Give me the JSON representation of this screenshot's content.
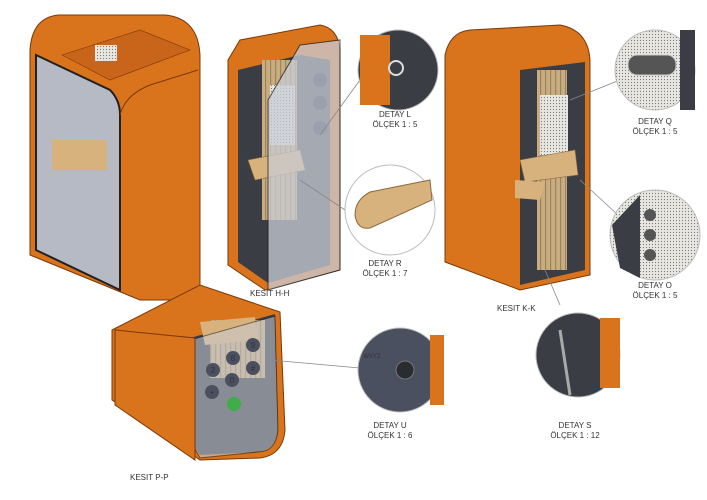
{
  "sections": [
    {
      "id": "hh",
      "title": "KESIT H-H"
    },
    {
      "id": "kk",
      "title": "KESIT K-K"
    },
    {
      "id": "pp",
      "title": "KESIT P-P"
    }
  ],
  "details": [
    {
      "id": "l",
      "title": "DETAY L",
      "scale": "ÖLÇEK 1 : 5"
    },
    {
      "id": "r",
      "title": "DETAY R",
      "scale": "ÖLÇEK 1 : 7"
    },
    {
      "id": "q",
      "title": "DETAY Q",
      "scale": "ÖLÇEK 1 : 5"
    },
    {
      "id": "o",
      "title": "DETAY O",
      "scale": "ÖLÇEK 1 : 5"
    },
    {
      "id": "s",
      "title": "DETAY S",
      "scale": "ÖLÇEK 1 : 12"
    },
    {
      "id": "u",
      "title": "DETAY U",
      "scale": "ÖLÇEK 1 : 6"
    }
  ],
  "keypad": [
    "2",
    "8",
    "9",
    "0",
    "•",
    "#"
  ],
  "detail_u_text": "WXYZ",
  "colors": {
    "shell": "#d9731c",
    "shell_dark": "#a9520e",
    "glass": "#c9cdd6",
    "wood": "#d8b27c",
    "dark": "#3a3d44",
    "call": "#3fae4a"
  }
}
